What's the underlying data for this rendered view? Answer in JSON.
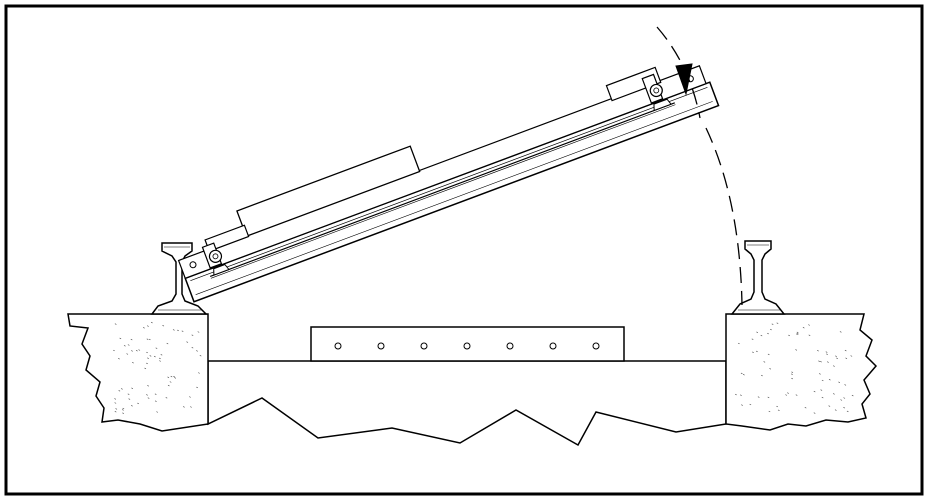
{
  "figure": {
    "colors": {
      "background": "#ffffff",
      "line": "#000000",
      "hatch": "#444444"
    },
    "parts": [
      "outer-frame",
      "left-ground-block",
      "right-ground-block",
      "center-ground",
      "bolted-plate",
      "left-rail",
      "right-rail",
      "tilted-beam-assembly",
      "swing-arc",
      "arc-arrowhead"
    ],
    "plate_holes": 7
  }
}
